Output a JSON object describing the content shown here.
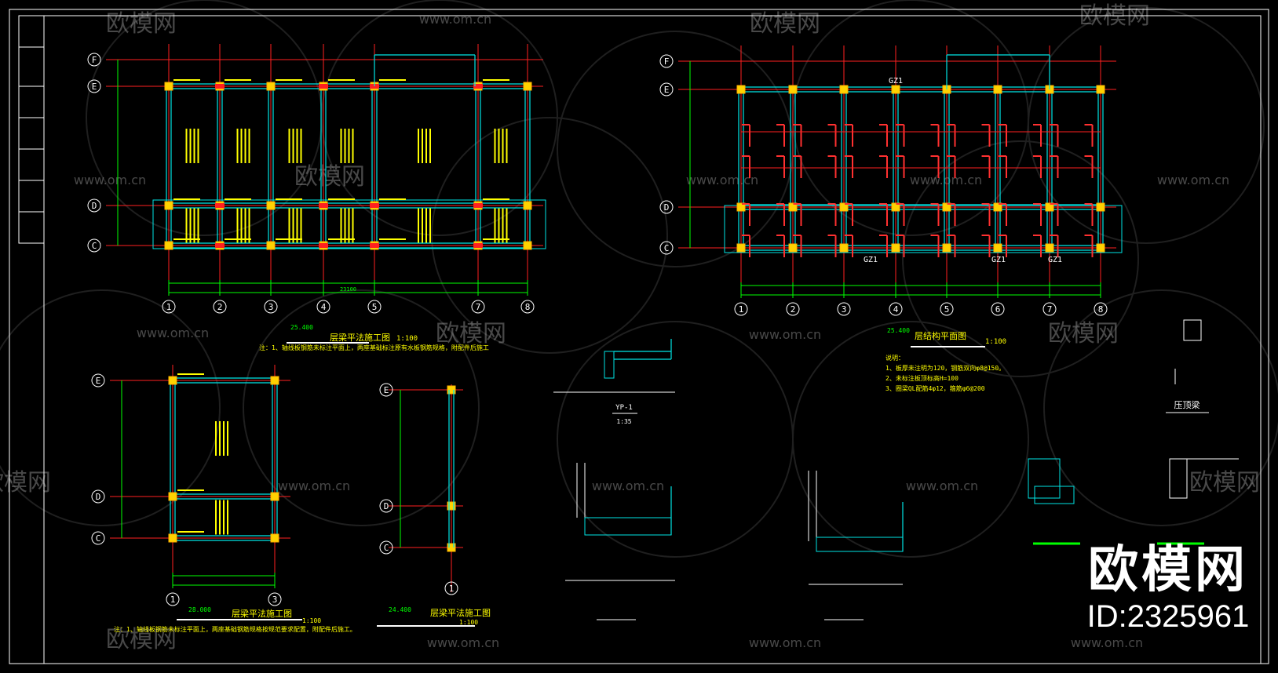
{
  "colors": {
    "background": "#000000",
    "grid": "#ff2020",
    "beam": "#00e5e5",
    "dim": "#00ff00",
    "text": "#ffff00",
    "column": "#ffd200",
    "frame": "#ffffff"
  },
  "watermark": {
    "brand": "欧模网",
    "url": "www.om.cn"
  },
  "plan_left": {
    "axes_x": [
      "1",
      "2",
      "3",
      "4",
      "5",
      "7",
      "8"
    ],
    "axes_y": [
      "F",
      "E",
      "D",
      "C"
    ],
    "title": "层梁平法施工图",
    "scale": "1:100",
    "elev": "25.400",
    "total": "23100",
    "note": "注：1、轴线板钢筋未标注平面上，两座基础标注原有水板钢筋规格，附配件后施工"
  },
  "plan_right": {
    "axes_x": [
      "1",
      "2",
      "3",
      "4",
      "5",
      "6",
      "7",
      "8"
    ],
    "axes_y": [
      "F",
      "E",
      "D",
      "C"
    ],
    "title": "层结构平面图",
    "scale": "1:100",
    "elev": "25.400",
    "notes": [
      "说明：",
      "1、板厚未注明为120，钢筋双向φ8@150。",
      "2、未标注板顶标高H=100",
      "3、圈梁QL配筋4φ12，箍筋φ6@200"
    ],
    "gz_labels": [
      "GZ1",
      "GZ1",
      "GZ1",
      "GZ1"
    ]
  },
  "plan_small1": {
    "axes_x": [
      "1",
      "3"
    ],
    "axes_y": [
      "E",
      "D",
      "C"
    ],
    "title": "层梁平法施工图",
    "scale": "1:100",
    "elev": "28.000",
    "note": "注：1、轴线板钢筋未标注平面上，两座基础钢筋规格按规范要求配置，附配件后施工。"
  },
  "plan_small2": {
    "axes_x": [
      "1"
    ],
    "axes_y": [
      "E",
      "D",
      "C"
    ],
    "title": "层梁平法施工图",
    "scale": "1:100",
    "elev": "24.400"
  },
  "detail_yp": {
    "label": "YP-1",
    "scale": "1:35"
  },
  "detail_ydl": {
    "label": "压顶梁"
  },
  "badge": {
    "name": "欧模网",
    "id": "ID:2325961"
  }
}
